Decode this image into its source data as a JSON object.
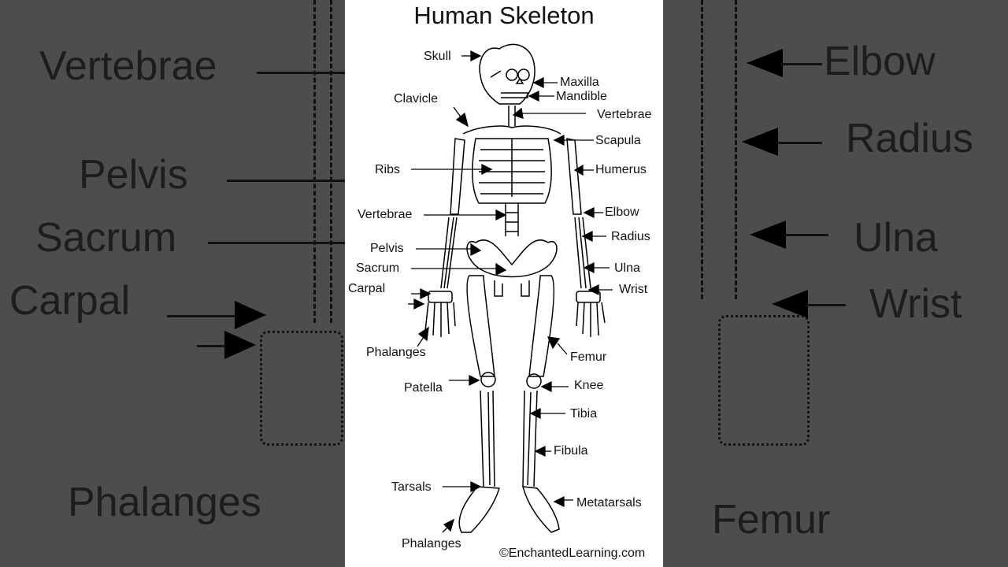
{
  "diagram": {
    "title": "Human Skeleton",
    "credit": "©EnchantedLearning.com",
    "labels": {
      "skull": "Skull",
      "maxilla": "Maxilla",
      "mandible": "Mandible",
      "clavicle": "Clavicle",
      "vertebrae_neck": "Vertebrae",
      "scapula": "Scapula",
      "ribs": "Ribs",
      "humerus": "Humerus",
      "vertebrae_back": "Vertebrae",
      "elbow": "Elbow",
      "radius": "Radius",
      "pelvis": "Pelvis",
      "sacrum": "Sacrum",
      "ulna": "Ulna",
      "carpal": "Carpal",
      "wrist": "Wrist",
      "phalanges_hand": "Phalanges",
      "femur": "Femur",
      "patella": "Patella",
      "knee": "Knee",
      "tibia": "Tibia",
      "fibula": "Fibula",
      "tarsals": "Tarsals",
      "metatarsals": "Metatarsals",
      "phalanges_foot": "Phalanges"
    }
  },
  "background": {
    "left_labels": [
      "Vertebrae",
      "Pelvis",
      "Sacrum",
      "Carpal",
      "Phalanges"
    ],
    "right_labels": [
      "Elbow",
      "Radius",
      "Ulna",
      "Wrist",
      "Femur"
    ],
    "panel_color": "#4d4d4d"
  }
}
